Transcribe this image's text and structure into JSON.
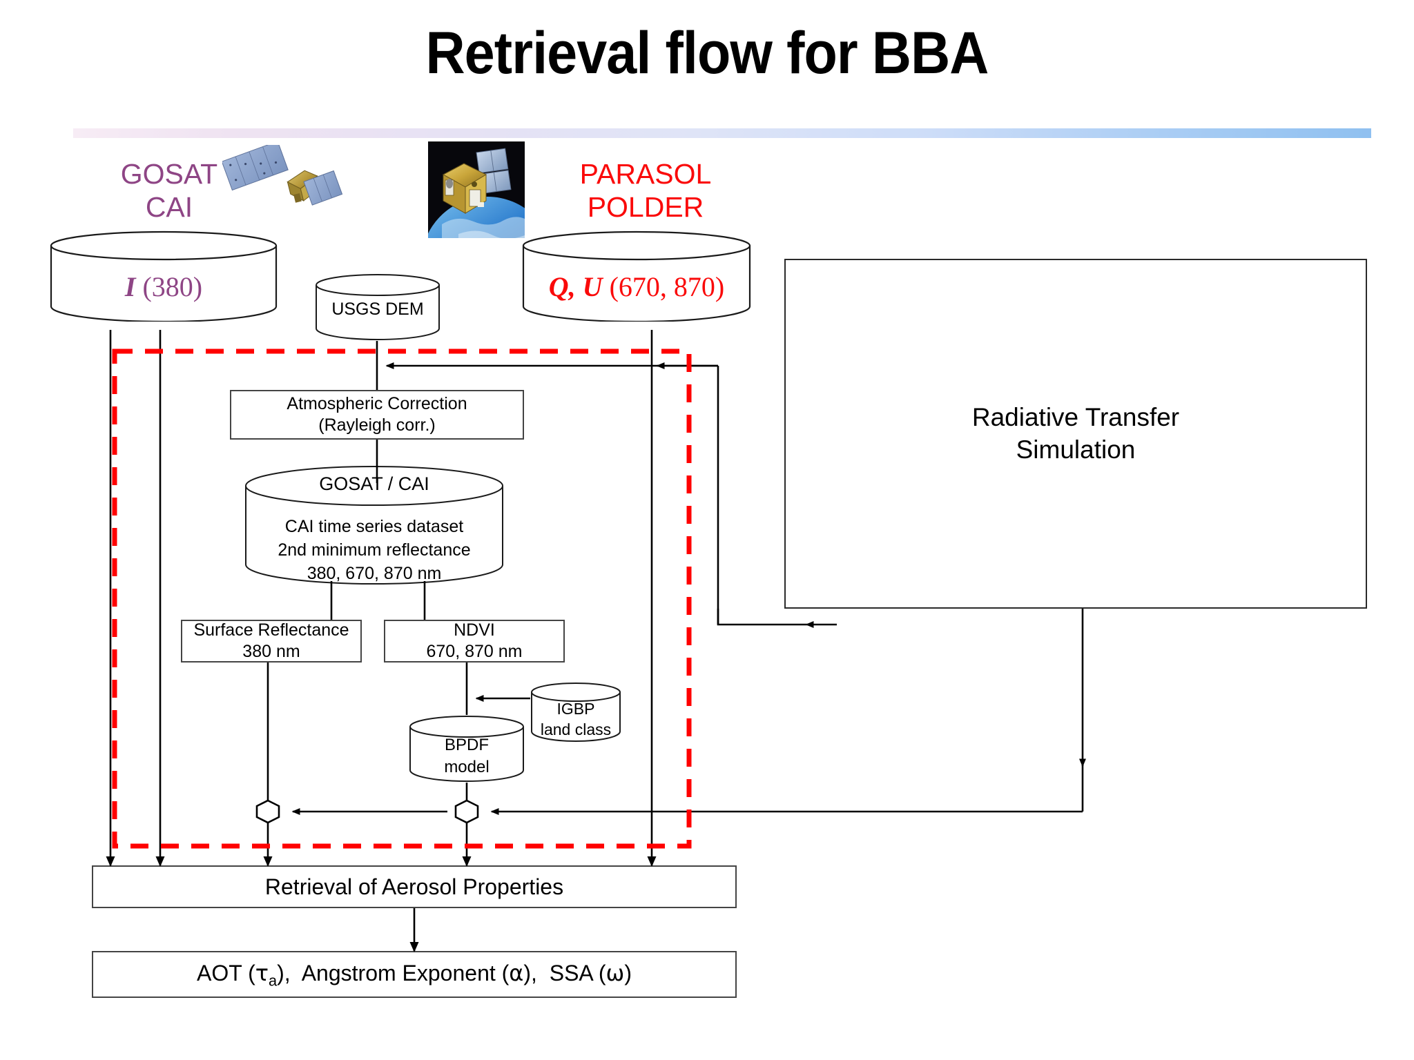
{
  "title": "Retrieval flow for BBA",
  "colors": {
    "gosat_purple": "#8e4585",
    "parasol_red": "#fa0a0a",
    "dashed_box": "#ff0000",
    "box_border": "#444444"
  },
  "sources": {
    "gosat": {
      "line1": "GOSAT",
      "line2": "CAI"
    },
    "parasol": {
      "line1": "PARASOL",
      "line2": "POLDER"
    }
  },
  "databases": {
    "gosat_input": {
      "symbol": "I",
      "wavelengths": "(380)"
    },
    "usgs_dem": {
      "label": "USGS DEM"
    },
    "parasol_input": {
      "symbol": "Q, U",
      "wavelengths": "(670, 870)"
    },
    "cai_dataset": {
      "header": "GOSAT / CAI",
      "line1": "CAI time series dataset",
      "line2": "2nd minimum reflectance",
      "line3": "380, 670, 870 nm"
    },
    "igbp": {
      "line1": "IGBP",
      "line2": "land class"
    },
    "bpdf": {
      "line1": "BPDF",
      "line2": "model"
    }
  },
  "boxes": {
    "atmos_correction": {
      "line1": "Atmospheric Correction",
      "line2": "(Rayleigh corr.)"
    },
    "rt_simulation": {
      "line1": "Radiative Transfer",
      "line2": "Simulation"
    },
    "surface_reflectance": {
      "line1": "Surface Reflectance",
      "line2": "380 nm"
    },
    "ndvi": {
      "line1": "NDVI",
      "line2": "670, 870 nm"
    },
    "retrieval": {
      "label": "Retrieval of Aerosol Properties"
    },
    "outputs": {
      "aot": "AOT (",
      "aot_sym": "τ",
      "aot_sub": "a",
      "aot_close": "),",
      "angstrom": "Angstrom Exponent  (",
      "angstrom_sym": "α",
      "angstrom_close": "),",
      "ssa": "SSA (",
      "ssa_sym": "ω",
      "ssa_close": ")"
    }
  },
  "icons": {
    "gosat_satellite": "satellite-icon",
    "parasol_satellite": "satellite-earth-icon",
    "merge_node_left": "hexagon-merge-icon",
    "merge_node_right": "hexagon-merge-icon"
  }
}
